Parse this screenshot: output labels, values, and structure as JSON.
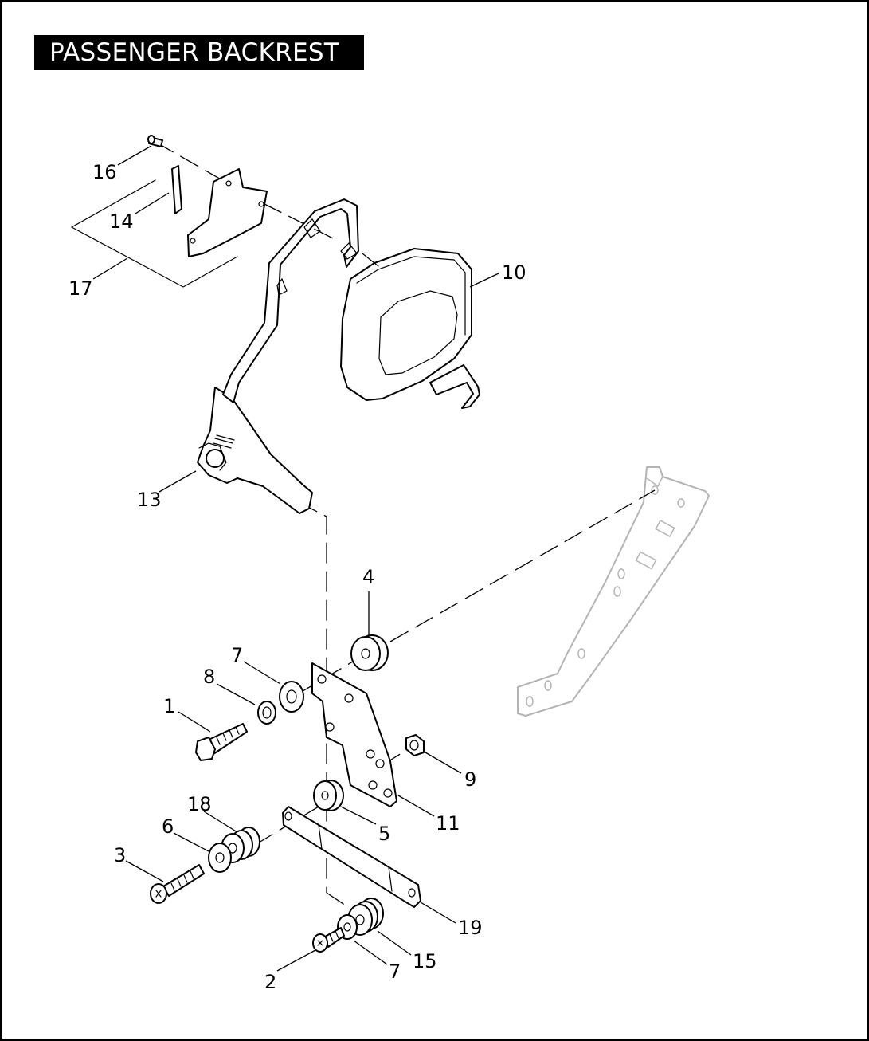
{
  "title": "PASSENGER BACKREST",
  "callouts": [
    "16",
    "14",
    "17",
    "10",
    "13",
    "4",
    "7",
    "8",
    "1",
    "9",
    "11",
    "5",
    "18",
    "6",
    "3",
    "19",
    "15",
    "7",
    "2"
  ]
}
